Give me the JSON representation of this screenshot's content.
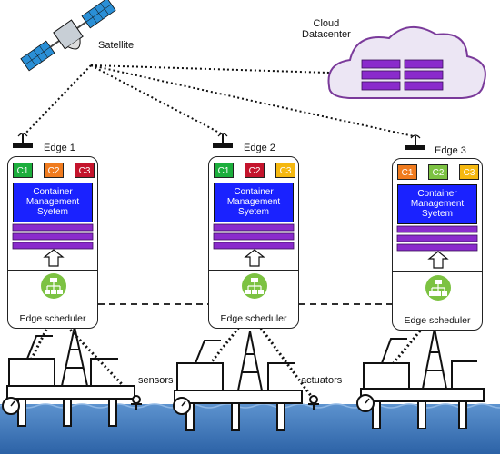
{
  "satellite": {
    "label": "Satellite"
  },
  "cloud": {
    "label_line1": "Cloud",
    "label_line2": "Datacenter"
  },
  "edges": [
    {
      "name": "Edge 1",
      "containers": [
        {
          "label": "C1",
          "color": "#1cae3c"
        },
        {
          "label": "C2",
          "color": "#f07b1e"
        },
        {
          "label": "C3",
          "color": "#c4142c"
        }
      ],
      "cms_line1": "Container",
      "cms_line2": "Management",
      "cms_line3": "Syetem",
      "scheduler": "Edge scheduler"
    },
    {
      "name": "Edge 2",
      "containers": [
        {
          "label": "C1",
          "color": "#1cae3c"
        },
        {
          "label": "C2",
          "color": "#c4142c"
        },
        {
          "label": "C3",
          "color": "#f5b80f"
        }
      ],
      "cms_line1": "Container",
      "cms_line2": "Management",
      "cms_line3": "Syetem",
      "scheduler": "Edge scheduler"
    },
    {
      "name": "Edge 3",
      "containers": [
        {
          "label": "C1",
          "color": "#f07b1e"
        },
        {
          "label": "C2",
          "color": "#7cc242"
        },
        {
          "label": "C3",
          "color": "#f5b80f"
        }
      ],
      "cms_line1": "Container",
      "cms_line2": "Management",
      "cms_line3": "Syetem",
      "scheduler": "Edge scheduler"
    }
  ],
  "field": {
    "sensors_label": "sensors",
    "actuators_label": "actuators"
  },
  "colors": {
    "server_purple": "#8a2bcc",
    "cloud_fill": "#ece6f4",
    "scheduler_green": "#7cc242",
    "cms_blue": "#1a22ff",
    "sea_blue": "#3f7fc0"
  }
}
